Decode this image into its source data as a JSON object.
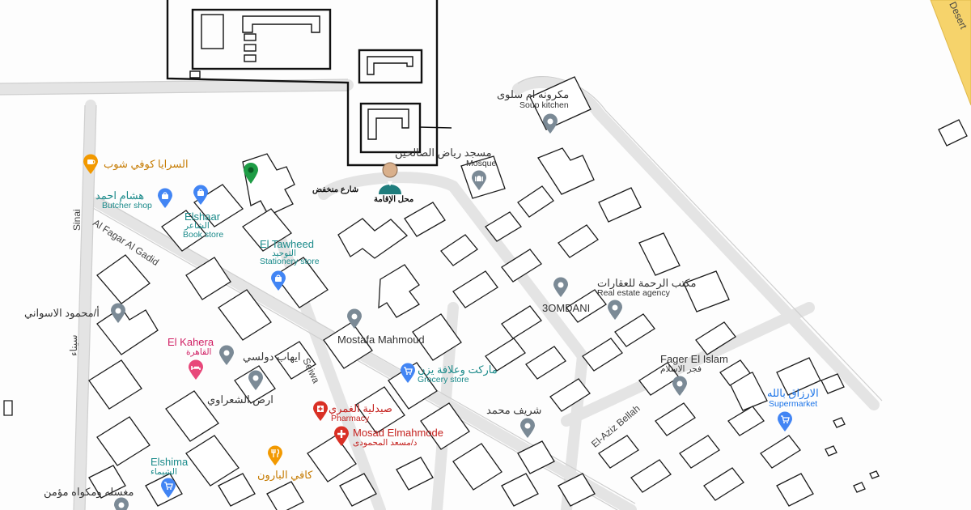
{
  "colors": {
    "grey_pin": "#7b8a96",
    "blue_pin": "#4285f4",
    "orange_pin": "#f29900",
    "red_pin": "#d93025",
    "pink_pin": "#e8487a",
    "green_pin": "#1e9c45",
    "teal_text": "#1a8a8a",
    "blue_text": "#1a73e8",
    "orange_text": "#c57a00",
    "red_text": "#c5221f",
    "pink_text": "#d01e63",
    "highway": "#f6d36b"
  },
  "annotations": {
    "street_low": "شارع منخفض",
    "residence": "محل الإقامة"
  },
  "streets": {
    "sinai_en": "Sinai",
    "sinai_ar": "سيناء",
    "al_fagar": "Al Fagar Al Gadid",
    "seiwa": "Seiwa",
    "el_aziz": "El-Aziz Bellah",
    "desert": "Desert"
  },
  "pois": [
    {
      "id": "soup-kitchen",
      "name": "مكرونه ام سلوى",
      "sub": "Soup kitchen",
      "icon": "pin-icon"
    },
    {
      "id": "mosque",
      "name": "مسجد رياض الصالحين",
      "sub": "Mosque",
      "icon": "mosque-icon"
    },
    {
      "id": "saraya",
      "name": "السرايا كوفي شوب",
      "sub": "",
      "icon": "coffee-icon"
    },
    {
      "id": "hesham",
      "name": "هشام احمد",
      "sub": "Butcher shop",
      "icon": "shopping-bag-icon"
    },
    {
      "id": "elshaar",
      "name": "Elshaar",
      "sub2": "الشاعر",
      "sub": "Book store",
      "icon": "shopping-bag-icon"
    },
    {
      "id": "eltawheed",
      "name": "El Tawheed",
      "sub2": "التوحيد",
      "sub": "Stationery store",
      "icon": "shopping-bag-icon"
    },
    {
      "id": "real-estate",
      "name": "مكتب الرحمة للعقارات",
      "sub": "Real estate agency",
      "icon": "pin-icon"
    },
    {
      "id": "3omdani",
      "name": "3OMDANI",
      "sub": "",
      "icon": "pin-icon"
    },
    {
      "id": "mahmoud-aswany",
      "name": "أ/محمود الاسواني",
      "sub": "",
      "icon": "pin-icon"
    },
    {
      "id": "mostafa",
      "name": "Mostafa Mahmoud",
      "sub": "",
      "icon": "pin-icon"
    },
    {
      "id": "elkahera",
      "name": "El Kahera",
      "sub2": "القاهرة",
      "sub": "",
      "icon": "bed-icon"
    },
    {
      "id": "ehab",
      "name": "ايهاب دولسي",
      "sub": "",
      "icon": "pin-icon"
    },
    {
      "id": "ard",
      "name": "ارض الشعراوي",
      "sub": "",
      "icon": "pin-icon"
    },
    {
      "id": "market",
      "name": "ماركت وعلافة يزن",
      "sub": "Grocery store",
      "icon": "cart-icon"
    },
    {
      "id": "fager",
      "name": "Fager El Islam",
      "sub2": "فجر الاسلام",
      "sub": "",
      "icon": "pin-icon"
    },
    {
      "id": "arzaq",
      "name": "الارزاق بالله",
      "sub": "Supermarket",
      "icon": "cart-icon"
    },
    {
      "id": "pharmacy",
      "name": "صيدلية الغمري",
      "sub": "Pharmacy",
      "icon": "pharmacy-icon"
    },
    {
      "id": "mosad",
      "name": "Mosad Elmahmode",
      "sub2": "د/مسعد المحمودى",
      "sub": "",
      "icon": "medical-icon"
    },
    {
      "id": "sherif",
      "name": "شريف محمد",
      "sub": "",
      "icon": "pin-icon"
    },
    {
      "id": "cafe-baron",
      "name": "كافي البارون",
      "sub": "",
      "icon": "restaurant-icon"
    },
    {
      "id": "elshima",
      "name": "Elshima",
      "sub2": "الشيماء",
      "sub": "",
      "icon": "cart-icon"
    },
    {
      "id": "laundry",
      "name": "مغسله ومكواه مؤمن",
      "sub": "",
      "icon": "pin-icon"
    }
  ]
}
